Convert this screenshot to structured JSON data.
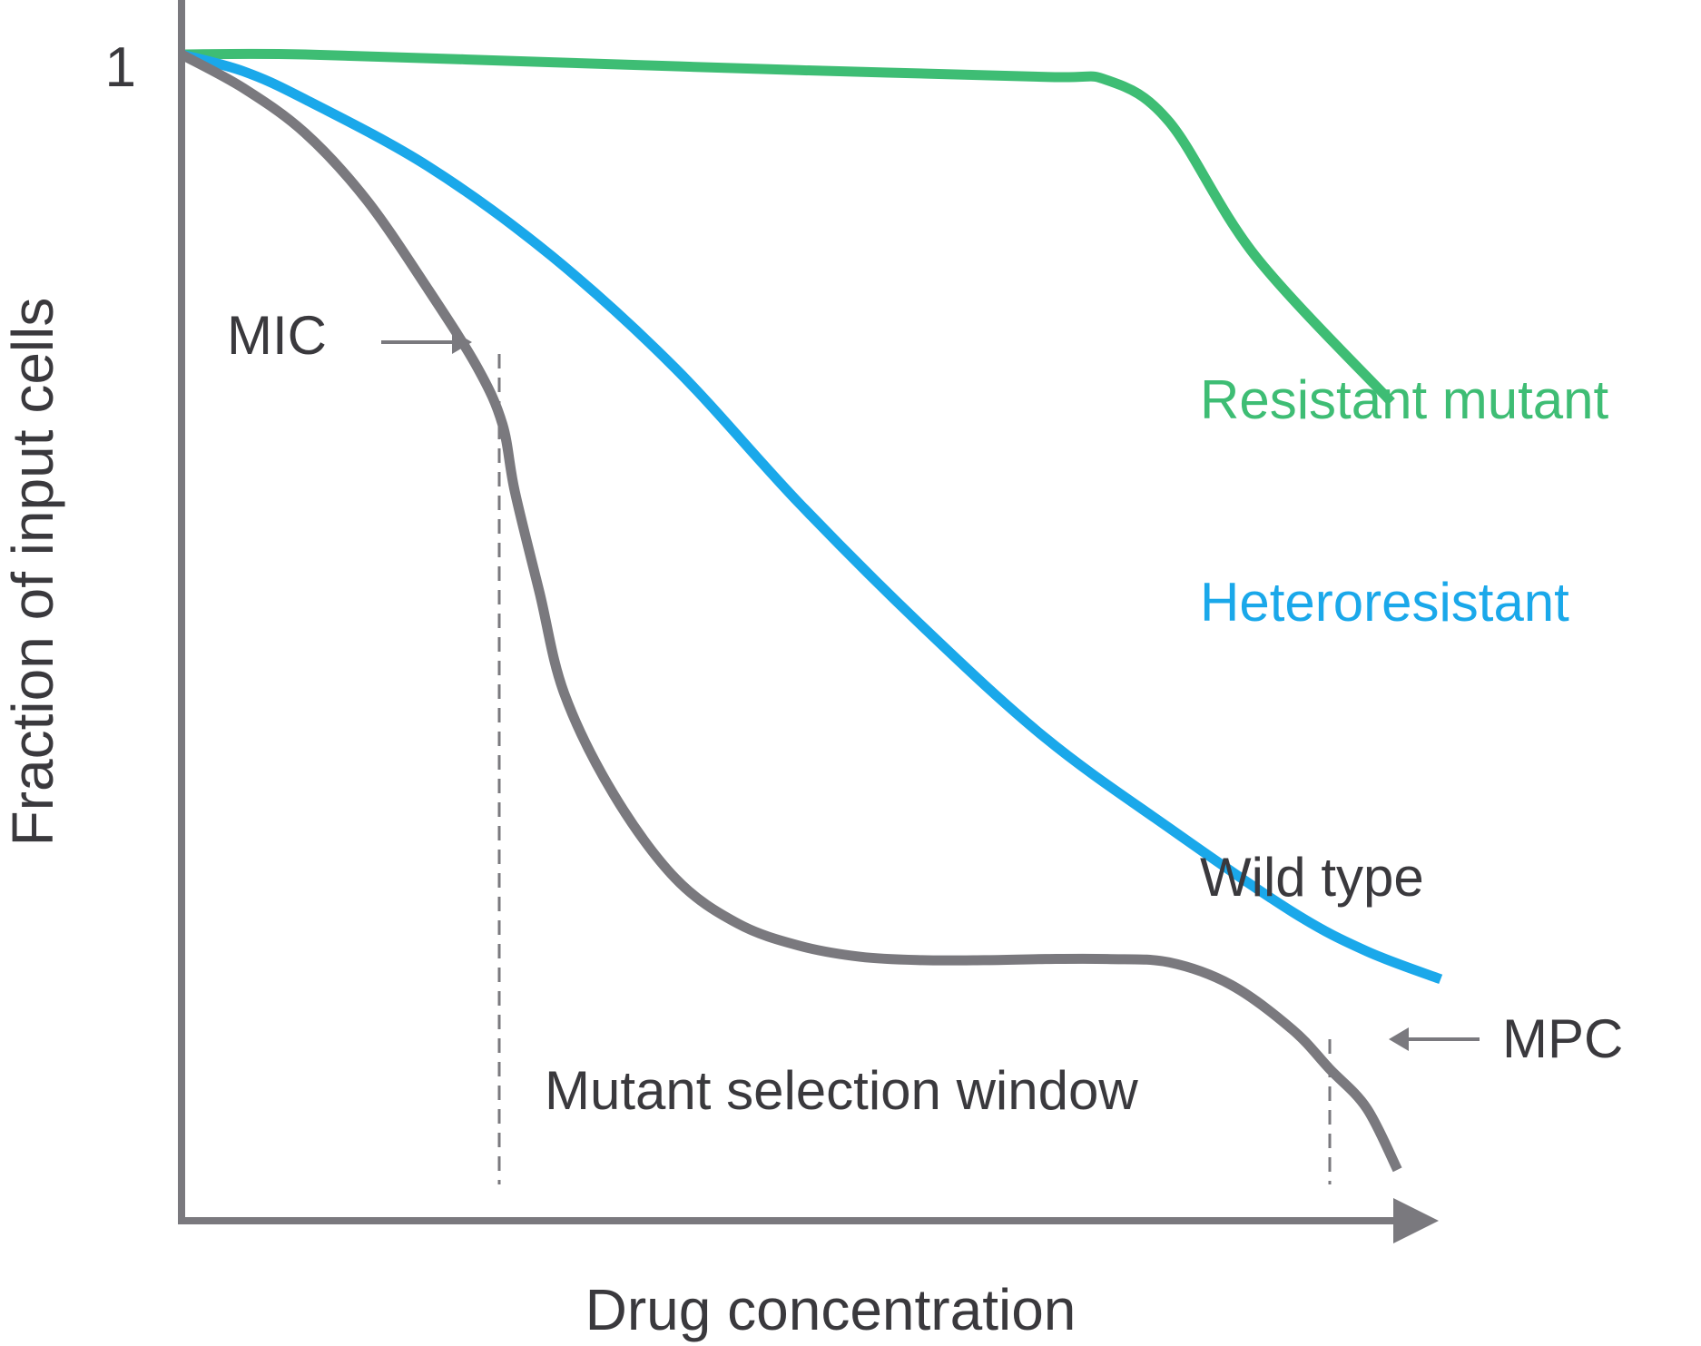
{
  "chart_data": {
    "type": "line",
    "xlabel": "Drug concentration",
    "ylabel": "Fraction of input cells",
    "y_ticks": [
      "1"
    ],
    "grid": false,
    "legend": "inline labels at curve ends",
    "series": [
      {
        "name": "Resistant mutant",
        "color": "#3ebd74",
        "x": [
          0,
          0.1,
          0.3,
          0.5,
          0.7,
          0.75,
          0.8,
          0.87,
          0.98
        ],
        "y": [
          1.0,
          1.0,
          0.993,
          0.986,
          0.98,
          0.977,
          0.94,
          0.82,
          0.69
        ]
      },
      {
        "name": "Heteroresistant",
        "color": "#1aa8ea",
        "x": [
          0,
          0.05,
          0.1,
          0.2,
          0.3,
          0.4,
          0.5,
          0.6,
          0.7,
          0.8,
          0.9,
          0.96,
          1.02
        ],
        "y": [
          1.0,
          0.985,
          0.96,
          0.9,
          0.82,
          0.72,
          0.6,
          0.49,
          0.39,
          0.31,
          0.235,
          0.2,
          0.175
        ]
      },
      {
        "name": "Wild type",
        "color": "#7a797e",
        "x": [
          0,
          0.05,
          0.1,
          0.15,
          0.2,
          0.24,
          0.26,
          0.27,
          0.29,
          0.31,
          0.35,
          0.4,
          0.45,
          0.5,
          0.55,
          0.6,
          0.65,
          0.7,
          0.75,
          0.8,
          0.85,
          0.9,
          0.93,
          0.96,
          0.985
        ],
        "y": [
          1.0,
          0.97,
          0.93,
          0.87,
          0.79,
          0.72,
          0.67,
          0.61,
          0.52,
          0.43,
          0.34,
          0.265,
          0.225,
          0.205,
          0.195,
          0.192,
          0.192,
          0.193,
          0.193,
          0.19,
          0.17,
          0.13,
          0.095,
          0.06,
          0.005
        ]
      }
    ],
    "annotations": {
      "mic": {
        "label": "MIC",
        "x": 0.26
      },
      "mpc": {
        "label": "MPC",
        "x": 0.935
      },
      "window_label": "Mutant selection window"
    }
  }
}
